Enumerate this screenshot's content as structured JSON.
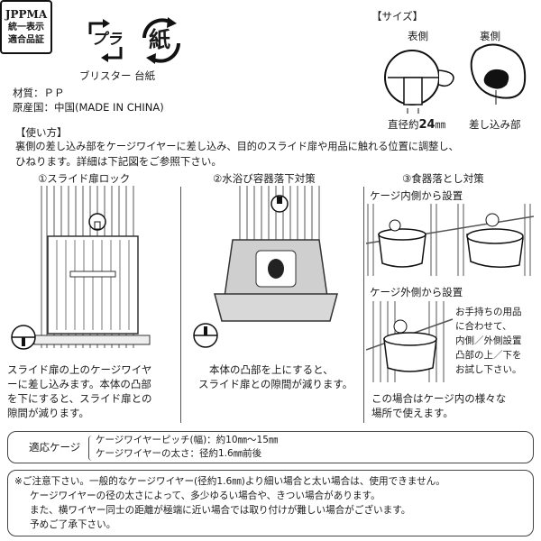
{
  "badge": {
    "line1": "JPPMA",
    "line2": "統一表示",
    "line3": "適合品証"
  },
  "recycle": {
    "pla_mark": "プラ",
    "paper_mark": "紙",
    "label": "ブリスター 台紙"
  },
  "material": {
    "line1": "材質：ＰＰ",
    "line2": "原産国：中国(MADE IN CHINA)"
  },
  "size": {
    "heading": "【サイズ】",
    "front_label": "表側",
    "back_label": "裏側",
    "diameter_label": "直径約",
    "diameter_value": "24",
    "diameter_unit": "㎜",
    "insert_label": "差し込み部"
  },
  "usage": {
    "heading": "【使い方】",
    "line1": "裏側の差し込み部をケージワイヤーに差し込み、目的のスライド扉や用品に触れる位置に調整し、",
    "line2": "ひねります。詳細は下記図をご参照下さい。"
  },
  "sections": [
    {
      "title": "①スライド扉ロック",
      "desc": [
        "スライド扉の上のケージワイヤ",
        "ーに差し込みます。本体の凸部",
        "を下にすると、スライド扉との",
        "隙間が減ります。"
      ]
    },
    {
      "title": "②水浴び容器落下対策",
      "desc": [
        "本体の凸部を上にすると、",
        "スライド扉との隙間が減ります。"
      ]
    },
    {
      "title": "③食器落とし対策",
      "inside_label": "ケージ内側から設置",
      "outside_label": "ケージ外側から設置",
      "note": [
        "お手持ちの用品",
        "に合わせて、",
        "内側／外側設置",
        "凸部の上／下を",
        "お試し下さい。"
      ],
      "desc": [
        "この場合はケージ内の様々な",
        "場所で使えます。"
      ]
    }
  ],
  "compat": {
    "label": "適応ケージ",
    "line1": "ケージワイヤーピッチ(幅)：約10㎜〜15㎜",
    "line2": "ケージワイヤーの太さ：径約1.6㎜前後"
  },
  "caution": {
    "line1": "※ご注意下さい。一般的なケージワイヤー(径約1.6㎜)より細い場合と太い場合は、使用できません。",
    "line2": "ケージワイヤーの径の太さによって、多少ゆるい場合や、きつい場合があります。",
    "line3": "また、横ワイヤー同士の距離が極端に近い場合では取り付けが難しい場合がございます。",
    "line4": "予めご了承下さい。"
  }
}
